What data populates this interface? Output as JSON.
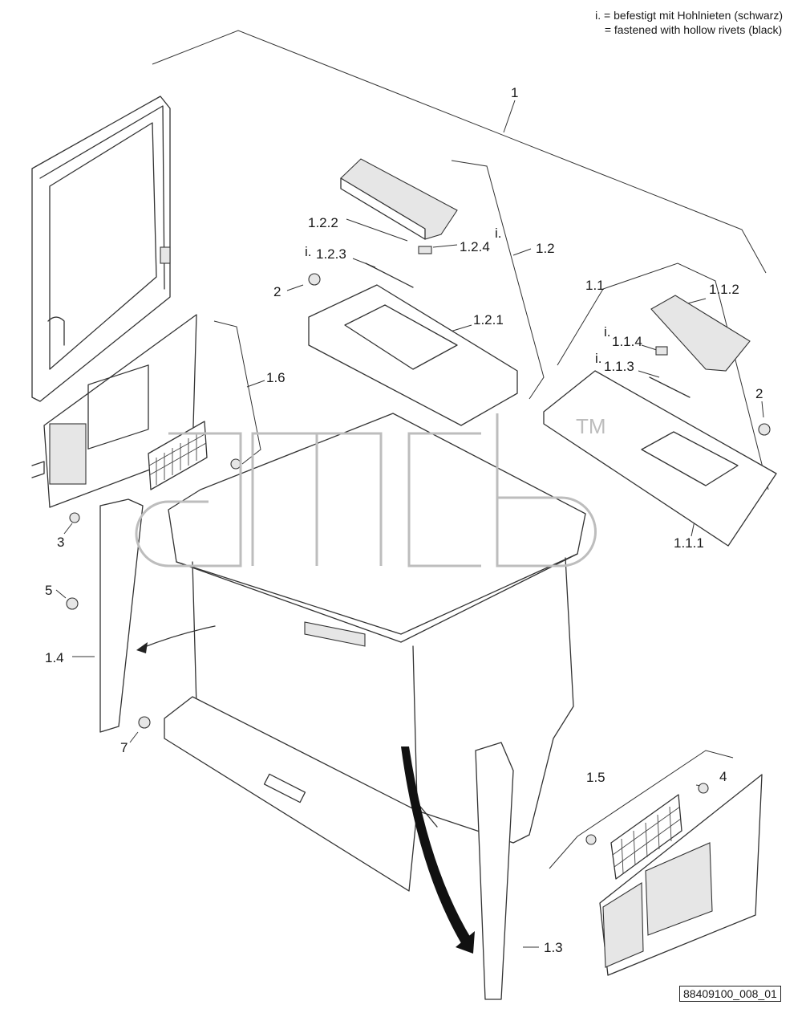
{
  "note": {
    "line_de": "i. = befestigt mit Hohlnieten (schwarz)",
    "line_en": "   = fastened with hollow rivets (black)"
  },
  "watermark": "gmcb",
  "watermark_tm": "TM",
  "document_id": "88409100_008_01",
  "callouts": [
    {
      "id": "c-1",
      "text": "1"
    },
    {
      "id": "c-1-2",
      "text": "1.2"
    },
    {
      "id": "c-1-2-2",
      "text": "1.2.2"
    },
    {
      "id": "c-1-2-4",
      "text": "1.2.4"
    },
    {
      "id": "c-1-2-4-i",
      "text": "i."
    },
    {
      "id": "c-1-2-3-i",
      "text": "i."
    },
    {
      "id": "c-1-2-3",
      "text": "1.2.3"
    },
    {
      "id": "c-2a",
      "text": "2"
    },
    {
      "id": "c-1-2-1",
      "text": "1.2.1"
    },
    {
      "id": "c-1-1",
      "text": "1.1"
    },
    {
      "id": "c-1-1-2",
      "text": "1.1.2"
    },
    {
      "id": "c-1-1-4-i",
      "text": "i."
    },
    {
      "id": "c-1-1-4",
      "text": "1.1.4"
    },
    {
      "id": "c-1-1-3-i",
      "text": "i."
    },
    {
      "id": "c-1-1-3",
      "text": "1.1.3"
    },
    {
      "id": "c-2b",
      "text": "2"
    },
    {
      "id": "c-1-1-1",
      "text": "1.1.1"
    },
    {
      "id": "c-1-6",
      "text": "1.6"
    },
    {
      "id": "c-3",
      "text": "3"
    },
    {
      "id": "c-5",
      "text": "5"
    },
    {
      "id": "c-1-4",
      "text": "1.4"
    },
    {
      "id": "c-7",
      "text": "7"
    },
    {
      "id": "c-1-5",
      "text": "1.5"
    },
    {
      "id": "c-4",
      "text": "4"
    },
    {
      "id": "c-1-3",
      "text": "1.3"
    }
  ]
}
